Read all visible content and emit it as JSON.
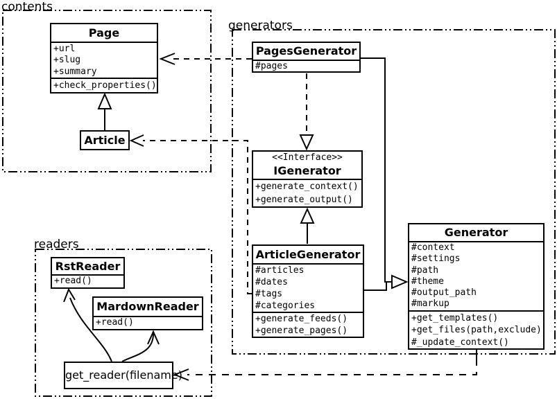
{
  "packages": {
    "contents": {
      "label": "contents"
    },
    "generators": {
      "label": "generators"
    },
    "readers": {
      "label": "readers"
    }
  },
  "classes": {
    "page": {
      "title": "Page",
      "attributes": [
        "+url",
        "+slug",
        "+summary"
      ],
      "methods": [
        "+check_properties()"
      ]
    },
    "article": {
      "title": "Article"
    },
    "pages_generator": {
      "title": "PagesGenerator",
      "attributes": [
        "#pages"
      ]
    },
    "igenerator": {
      "stereotype": "<<Interface>>",
      "title": "IGenerator",
      "methods": [
        "+generate_context()",
        "+generate_output()"
      ]
    },
    "article_generator": {
      "title": "ArticleGenerator",
      "attributes": [
        "#articles",
        "#dates",
        "#tags",
        "#categories"
      ],
      "methods": [
        "+generate_feeds()",
        "+generate_pages()"
      ]
    },
    "generator": {
      "title": "Generator",
      "attributes": [
        "#context",
        "#settings",
        "#path",
        "#theme",
        "#output_path",
        "#markup"
      ],
      "methods": [
        "+get_templates()",
        "+get_files(path,exclude)",
        "#_update_context()"
      ]
    },
    "rst_reader": {
      "title": "RstReader",
      "methods": [
        "+read()"
      ]
    },
    "mardown_reader": {
      "title": "MardownReader",
      "methods": [
        "+read()"
      ]
    },
    "get_reader": {
      "label": "get_reader(filename)"
    }
  },
  "colors": {
    "line": "#000000",
    "background": "#ffffff",
    "box_fill": "#ffffff"
  }
}
